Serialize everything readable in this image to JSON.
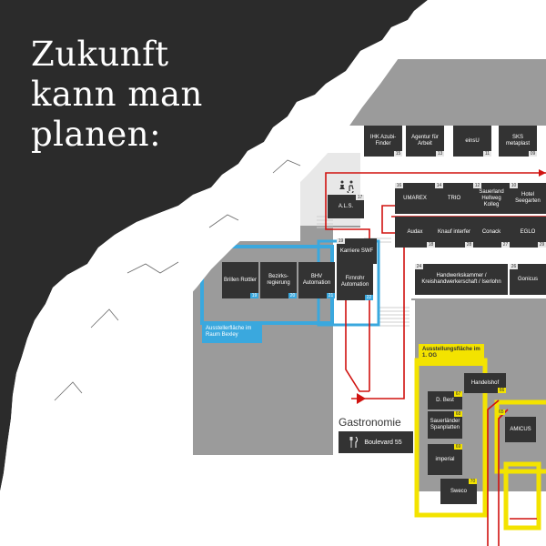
{
  "headline": [
    "Zukunft",
    "kann man",
    "planen:"
  ],
  "areas": {
    "blue_caption": "Ausstellerfläche im Raum Bexley",
    "yellow_caption": "Ausstellungsfläche im 1. OG",
    "gastronomie": "Gastronomie",
    "boulevard": "Boulevard 55",
    "cutlery_icon": "fork-knife-icon",
    "wc_icon": "restroom-icon"
  },
  "colors": {
    "dark": "#333333",
    "blue": "#3aa8de",
    "yellow": "#f3e300",
    "route": "#d0120f",
    "floor": "#9b9b9b"
  },
  "stands_top": [
    {
      "name": "IHK Azubi-Finder",
      "num": "15"
    },
    {
      "name": "Agentur für Arbeit",
      "num": "13"
    },
    {
      "name": "einsU",
      "num": "11"
    },
    {
      "name": "SKS metaplast",
      "num": "09"
    }
  ],
  "stands_row2": [
    {
      "name": "UMAREX",
      "num": "16"
    },
    {
      "name": "TRIO",
      "num": "14"
    },
    {
      "name": "Sauerland Hellweg Kolleg",
      "num": "12"
    },
    {
      "name": "Hotel Seegarten",
      "num": "10"
    }
  ],
  "stands_row3": [
    {
      "name": "Audax",
      "num": "18"
    },
    {
      "name": "Knauf interfer",
      "num": "28"
    },
    {
      "name": "Conack",
      "num": "27"
    },
    {
      "name": "EGLO",
      "num": "29"
    }
  ],
  "stands_mid": [
    {
      "name": "A.L.S.",
      "num": "17"
    },
    {
      "name": "Karriere SWF",
      "num": "19"
    },
    {
      "name": "Handwerkskammer / Kreishandwerkerschaft / Iserlohn",
      "num": "24"
    },
    {
      "name": "Gonicus",
      "num": "26"
    }
  ],
  "stands_blue": [
    {
      "name": "Brillen Rottler",
      "num": "19"
    },
    {
      "name": "Bezirks-regierung",
      "num": "20"
    },
    {
      "name": "BHV Automation",
      "num": "21"
    },
    {
      "name": "Firnrohr Automation",
      "num": "22"
    }
  ],
  "stands_yellow": [
    {
      "name": "Handelshof",
      "num": "66"
    },
    {
      "name": "D. Best",
      "num": "67"
    },
    {
      "name": "Sauerländer Spanplatten",
      "num": "68"
    },
    {
      "name": "imperial",
      "num": "69"
    },
    {
      "name": "Sweco",
      "num": "70"
    },
    {
      "name": "AMICUS",
      "num": "65"
    }
  ]
}
